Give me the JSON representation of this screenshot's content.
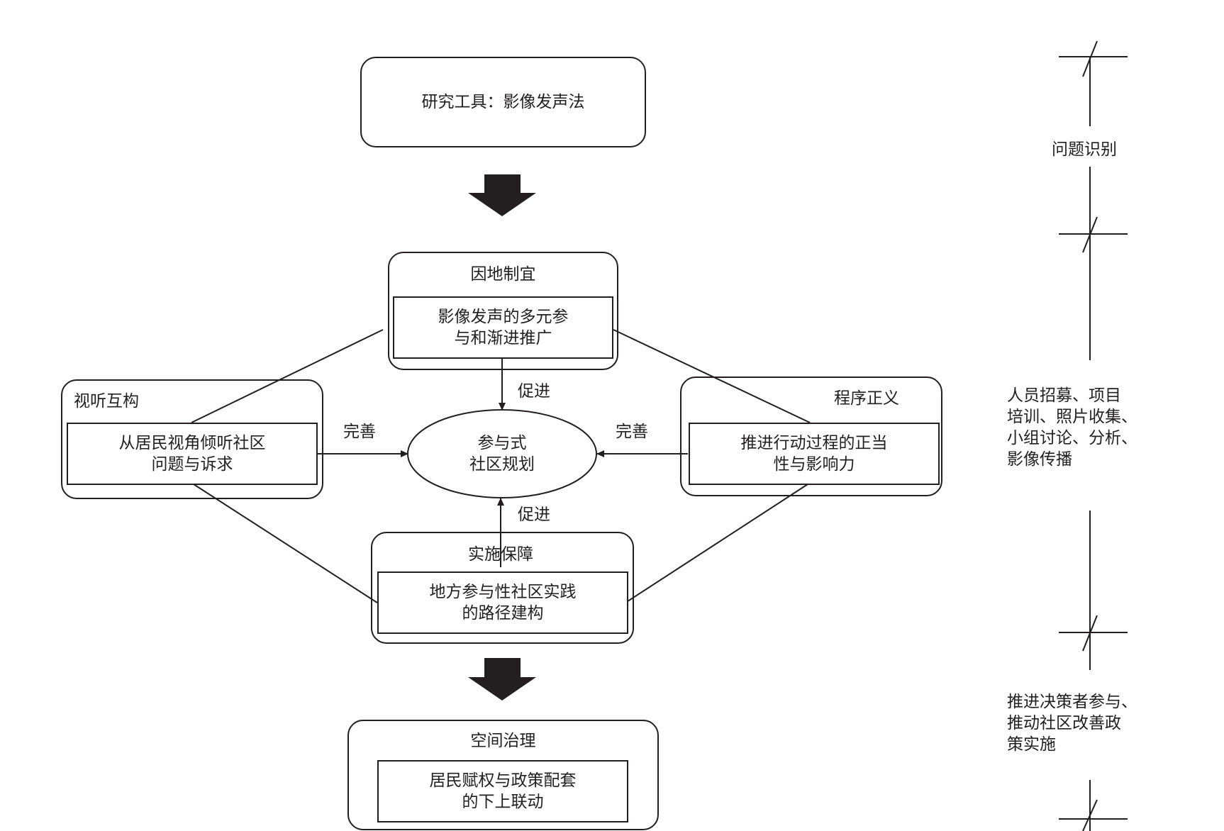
{
  "top_box": {
    "label": "研究工具：影像发声法"
  },
  "top_node": {
    "title": "因地制宜",
    "inner_line1": "影像发声的多元参",
    "inner_line2": "与和渐进推广"
  },
  "left_node": {
    "title": "视听互构",
    "inner_line1": "从居民视角倾听社区",
    "inner_line2": "问题与诉求"
  },
  "right_node": {
    "title": "程序正义",
    "inner_line1": "推进行动过程的正当",
    "inner_line2": "性与影响力"
  },
  "bottom_node": {
    "title": "实施保障",
    "inner_line1": "地方参与性社区实践",
    "inner_line2": "的路径建构"
  },
  "center": {
    "line1": "参与式",
    "line2": "社区规划"
  },
  "edges": {
    "top": "促进",
    "bottom": "促进",
    "left": "完善",
    "right": "完善"
  },
  "final_box": {
    "title": "空间治理",
    "inner_line1": "居民赋权与政策配套",
    "inner_line2": "的下上联动"
  },
  "timeline": {
    "stage1": "问题识别",
    "stage2_lines": [
      "人员招募、项目",
      "培训、照片收集、",
      "小组讨论、分析、",
      "影像传播"
    ],
    "stage3_lines": [
      "推进决策者参与、",
      "推动社区改善政",
      "策实施"
    ]
  }
}
